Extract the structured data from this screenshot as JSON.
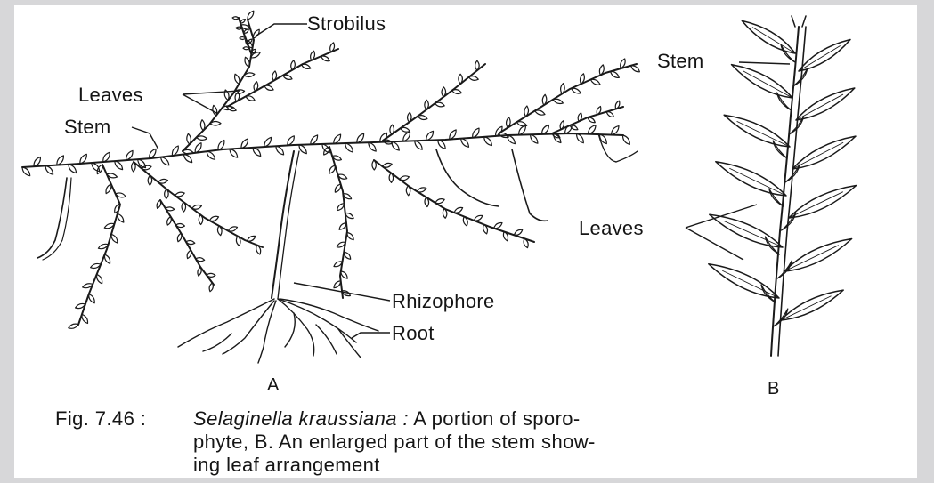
{
  "labels": {
    "strobilus": "Strobilus",
    "leaves_a": "Leaves",
    "stem_a": "Stem",
    "rhizophore": "Rhizophore",
    "root": "Root",
    "panel_a": "A",
    "stem_b": "Stem",
    "leaves_b": "Leaves",
    "panel_b": "B"
  },
  "caption": {
    "fig_number": "Fig. 7.46 :",
    "species": "Selaginella kraussiana :",
    "line1_rest": "A portion of sporo-",
    "line2": "phyte, B. An enlarged part of the stem show-",
    "line3": "ing leaf arrangement"
  }
}
